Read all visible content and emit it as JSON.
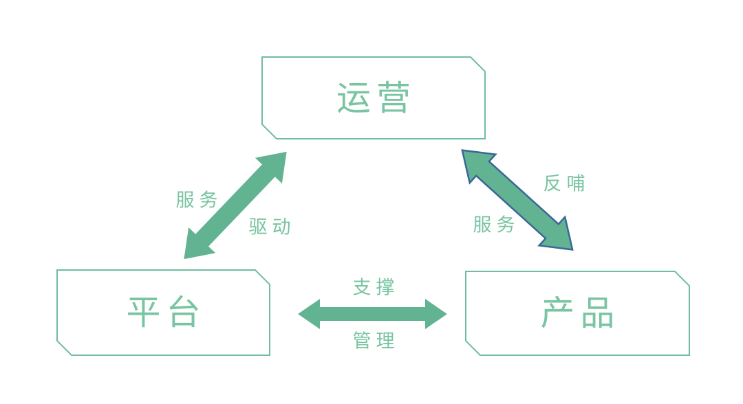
{
  "colors": {
    "green_fill": "#61b391",
    "green_border": "#70bd9d",
    "green_text": "#79c4a2",
    "blue_outline": "#3a6795",
    "background": "#ffffff"
  },
  "nodes": {
    "operations": {
      "label": "运营"
    },
    "platform": {
      "label": "平台"
    },
    "product": {
      "label": "产品"
    }
  },
  "edges": {
    "platform_operations": {
      "upper_label": "服务",
      "lower_label": "驱动",
      "style": "green-double-arrow",
      "direction": "diagonal-up-right"
    },
    "operations_product": {
      "upper_label": "反哺",
      "lower_label": "服务",
      "style": "green-double-arrow-blue-outline",
      "direction": "diagonal-down-right"
    },
    "platform_product": {
      "upper_label": "支撑",
      "lower_label": "管理",
      "style": "green-double-arrow",
      "direction": "horizontal"
    }
  }
}
